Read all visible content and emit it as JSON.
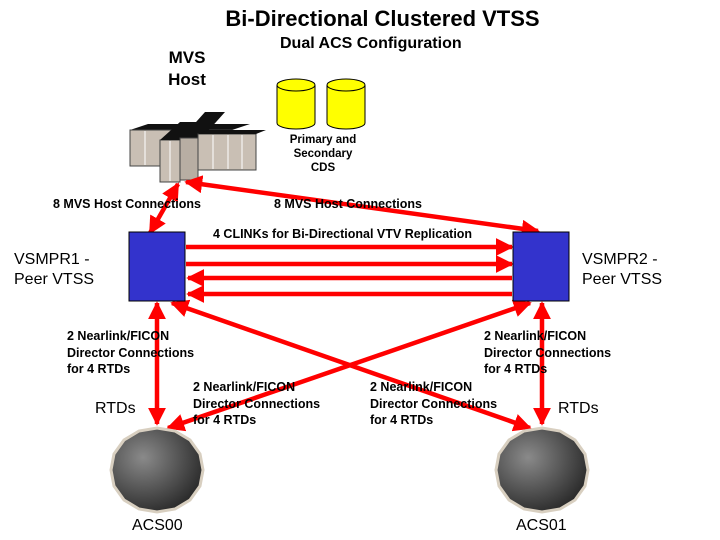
{
  "title": "Bi-Directional Clustered VTSS",
  "subtitle": "Dual ACS Configuration",
  "host": {
    "line1": "MVS",
    "line2": "Host"
  },
  "cds": {
    "line1": "Primary and",
    "line2": "Secondary",
    "line3": "CDS"
  },
  "host_links": {
    "left": "8 MVS Host Connections",
    "right": "8 MVS Host Connections"
  },
  "clinks": "4 CLINKs for Bi-Directional VTV Replication",
  "vtss1": {
    "line1": "VSMPR1 -",
    "line2": "Peer VTSS"
  },
  "vtss2": {
    "line1": "VSMPR2 -",
    "line2": "Peer VTSS"
  },
  "nearlink": {
    "line1": "2 Nearlink/FICON",
    "line2": "Director Connections",
    "line3": "for 4 RTDs"
  },
  "rtds": "RTDs",
  "acs0": "ACS00",
  "acs1": "ACS01",
  "colors": {
    "arrow": "#ff0000",
    "vtss": "#3333cc",
    "cds": "#ffff00"
  }
}
